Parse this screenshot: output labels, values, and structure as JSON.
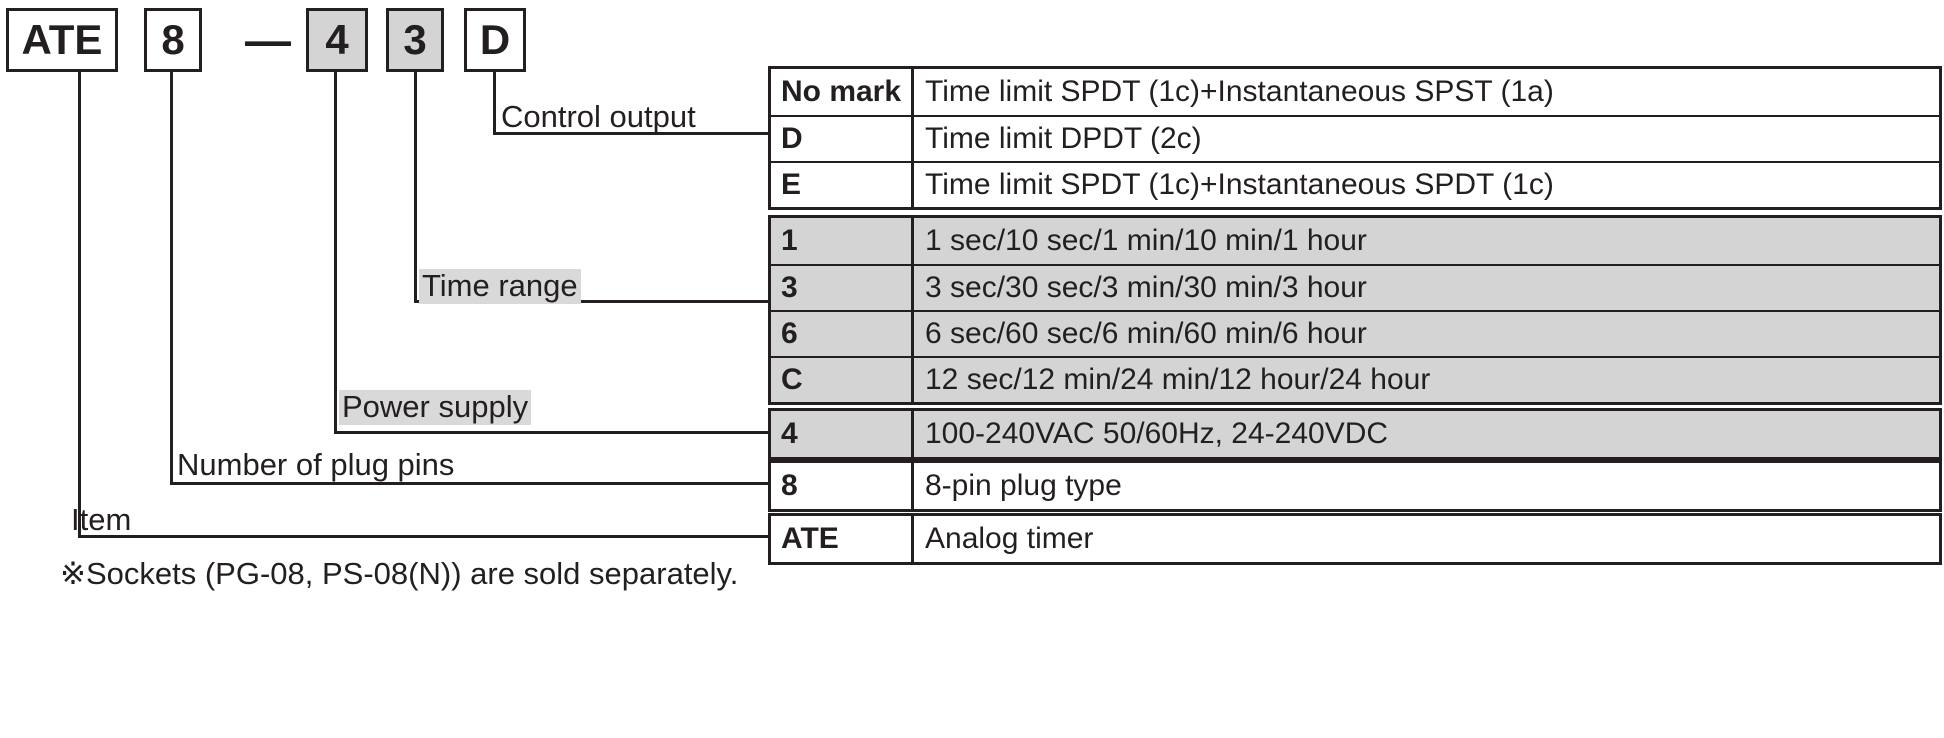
{
  "model_code": {
    "parts": [
      {
        "text": "ATE",
        "shaded": false
      },
      {
        "text": "8",
        "shaded": false
      },
      {
        "text": "—",
        "separator": true
      },
      {
        "text": "4",
        "shaded": true
      },
      {
        "text": "3",
        "shaded": true
      },
      {
        "text": "D",
        "shaded": false
      }
    ],
    "separator_symbol": "—"
  },
  "callouts": [
    {
      "label": "Control output",
      "highlight": false
    },
    {
      "label": "Time range",
      "highlight": true
    },
    {
      "label": "Power supply",
      "highlight": true
    },
    {
      "label": "Number of plug pins",
      "highlight": false
    },
    {
      "label": "Item",
      "highlight": false
    }
  ],
  "tables": {
    "control_output": {
      "shaded": false,
      "rows": [
        {
          "code": "No mark",
          "desc": "Time limit SPDT (1c)+Instantaneous SPST (1a)"
        },
        {
          "code": "D",
          "desc": "Time limit DPDT (2c)"
        },
        {
          "code": "E",
          "desc": "Time limit SPDT (1c)+Instantaneous SPDT (1c)"
        }
      ]
    },
    "time_range": {
      "shaded": true,
      "rows": [
        {
          "code": "1",
          "desc": "1 sec/10 sec/1 min/10 min/1 hour"
        },
        {
          "code": "3",
          "desc": "3 sec/30 sec/3 min/30 min/3 hour"
        },
        {
          "code": "6",
          "desc": "6 sec/60 sec/6 min/60 min/6 hour"
        },
        {
          "code": "C",
          "desc": "12 sec/12 min/24 min/12 hour/24 hour"
        }
      ]
    },
    "power_supply": {
      "shaded": true,
      "rows": [
        {
          "code": "4",
          "desc": "100-240VAC 50/60Hz, 24-240VDC"
        }
      ]
    },
    "plug_pins": {
      "shaded": false,
      "rows": [
        {
          "code": "8",
          "desc": "8-pin plug type"
        }
      ]
    },
    "item": {
      "shaded": false,
      "rows": [
        {
          "code": "ATE",
          "desc": "Analog timer"
        }
      ]
    }
  },
  "footnote": "※Sockets (PG-08, PS-08(N)) are sold separately.",
  "colors": {
    "line": "#231f20",
    "shade": "#d4d4d4",
    "highlight": "#d9d9d9",
    "background": "#ffffff"
  }
}
